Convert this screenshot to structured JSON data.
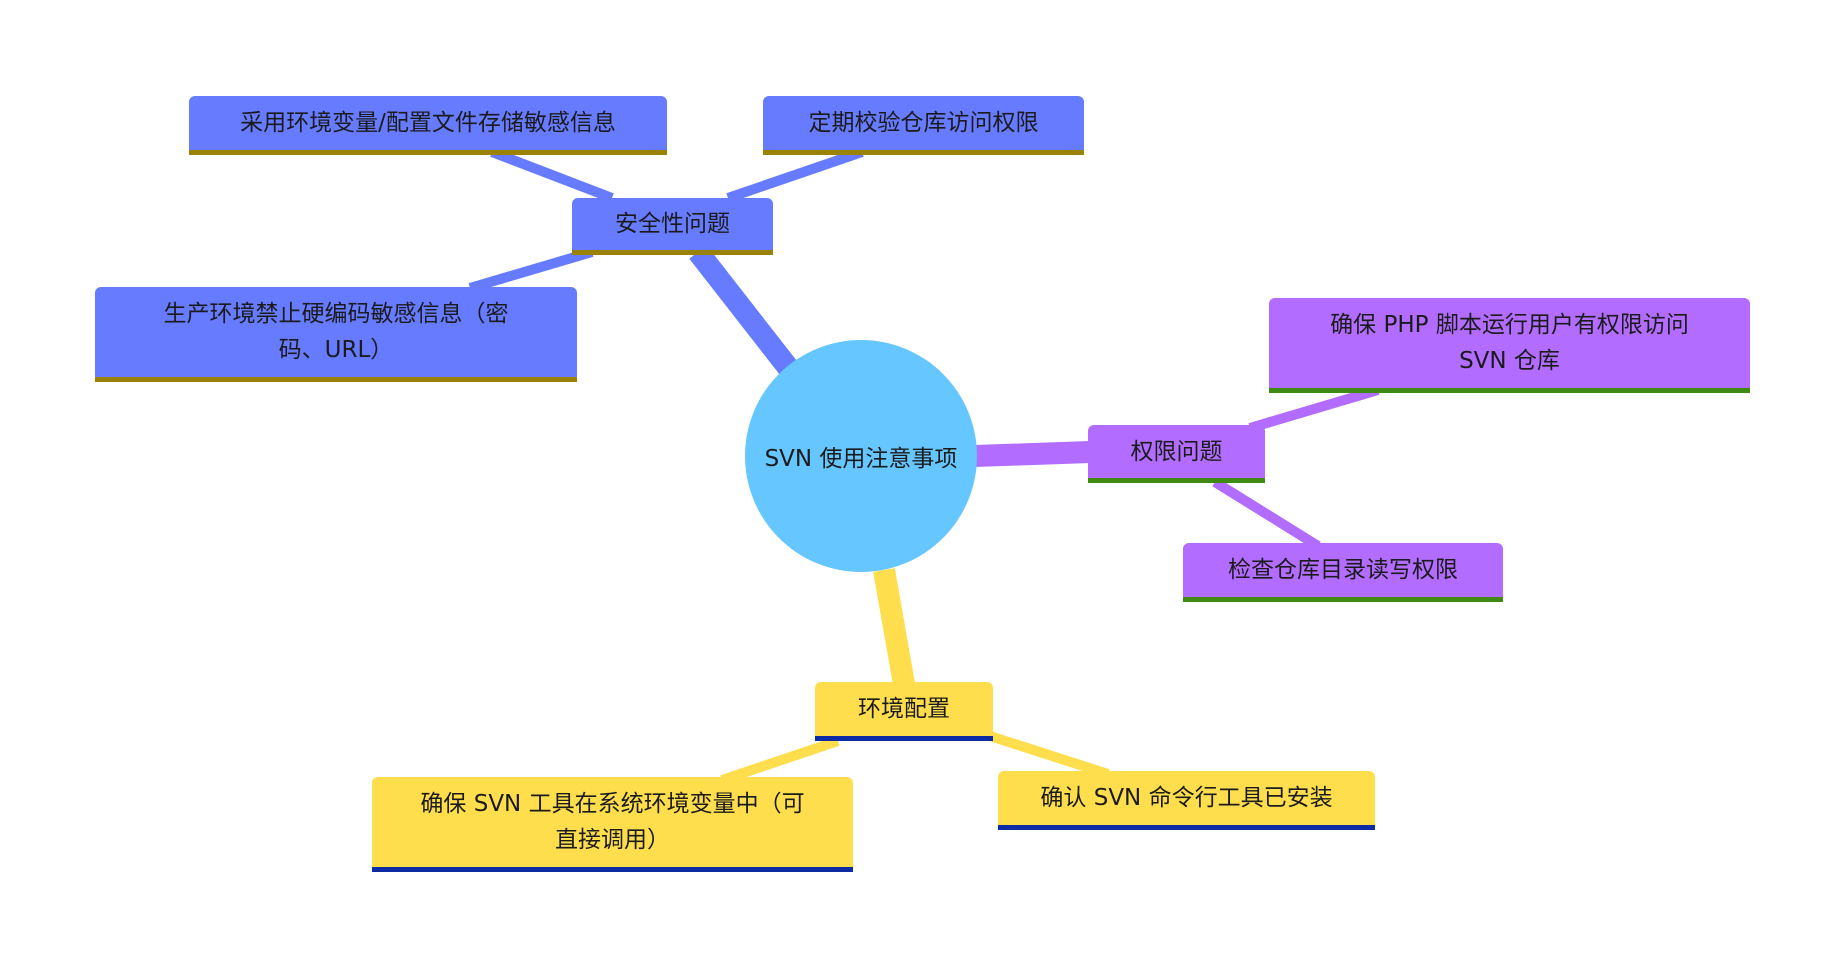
{
  "colors": {
    "root": "#66c6ff",
    "security_branch": "#667bff",
    "security_underline": "#9a8206",
    "permission_branch": "#b26cff",
    "permission_underline": "#3f8a12",
    "env_branch": "#ffde4d",
    "env_underline": "#0d2ba5"
  },
  "root": {
    "label": "SVN 使用注意事项"
  },
  "branches": {
    "security": {
      "label": "安全性问题",
      "children": [
        "采用环境变量/配置文件存储敏感信息",
        "定期校验仓库访问权限",
        "生产环境禁止硬编码敏感信息（密码、URL）"
      ]
    },
    "permission": {
      "label": "权限问题",
      "children": [
        "确保 PHP 脚本运行用户有权限访问 SVN 仓库",
        "检查仓库目录读写权限"
      ]
    },
    "environment": {
      "label": "环境配置",
      "children": [
        "确保 SVN 工具在系统环境变量中（可直接调用）",
        "确认 SVN 命令行工具已安装"
      ]
    }
  }
}
